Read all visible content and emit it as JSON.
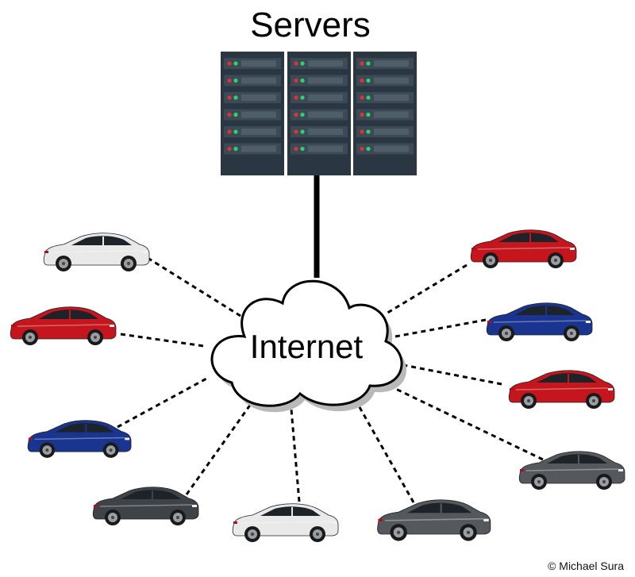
{
  "labels": {
    "servers": "Servers",
    "internet": "Internet",
    "copyright": "© Michael Sura"
  },
  "colors": {
    "rack_body": "#2a3641",
    "rack_slot": "#3c4a56",
    "rack_slot_inner": "#4f5d69",
    "led_red": "#e0303a",
    "led_green": "#2fd070",
    "cable": "#000000",
    "cloud_fill": "#ffffff",
    "cloud_shadow": "#b9b9b9",
    "car_white": "#e9e9ea",
    "car_red": "#c4161c",
    "car_blue": "#1a3590",
    "car_gray": "#55585c",
    "car_dark": "#3f4246"
  },
  "cars": [
    {
      "name": "car-white-left-top",
      "color": "white"
    },
    {
      "name": "car-red-left-mid",
      "color": "red"
    },
    {
      "name": "car-blue-left-lower",
      "color": "blue"
    },
    {
      "name": "car-dark-bottom-left",
      "color": "dark"
    },
    {
      "name": "car-white-bottom-center",
      "color": "white"
    },
    {
      "name": "car-gray-bottom-right",
      "color": "gray"
    },
    {
      "name": "car-red-right-top",
      "color": "red"
    },
    {
      "name": "car-blue-right-mid",
      "color": "blue"
    },
    {
      "name": "car-red-right-lower",
      "color": "red"
    },
    {
      "name": "car-gray-right-bottom",
      "color": "gray"
    }
  ]
}
